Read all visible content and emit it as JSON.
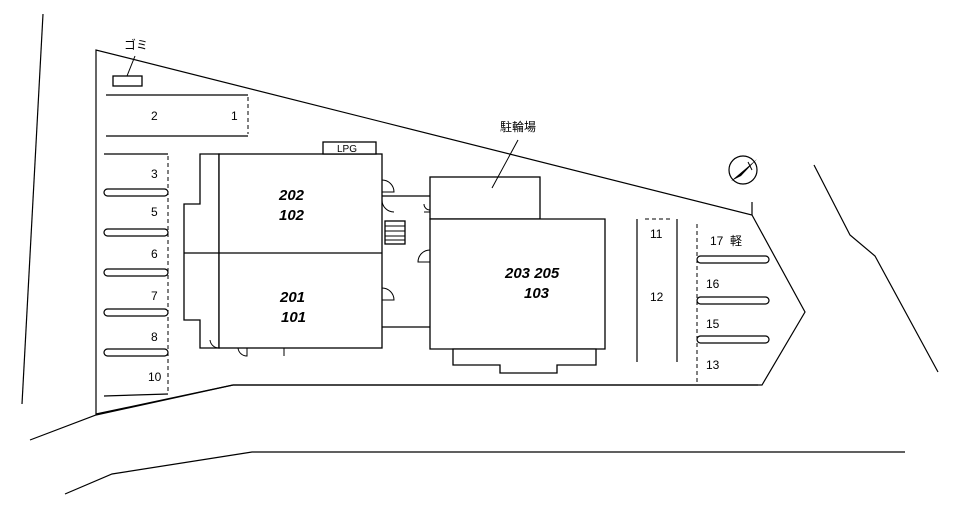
{
  "labels": {
    "garbage": "ゴミ",
    "bicycle_parking": "駐輪場",
    "lpg": "LPG",
    "light_vehicle": "軽"
  },
  "units": {
    "bldg_a_upper": "202",
    "bldg_a_lower": "102",
    "bldg_b_upper": "201",
    "bldg_b_lower": "101",
    "bldg_c_upper": "203 205",
    "bldg_c_lower": "103"
  },
  "parking_spaces": [
    "1",
    "2",
    "3",
    "5",
    "6",
    "7",
    "8",
    "10",
    "11",
    "12",
    "13",
    "15",
    "16",
    "17"
  ]
}
